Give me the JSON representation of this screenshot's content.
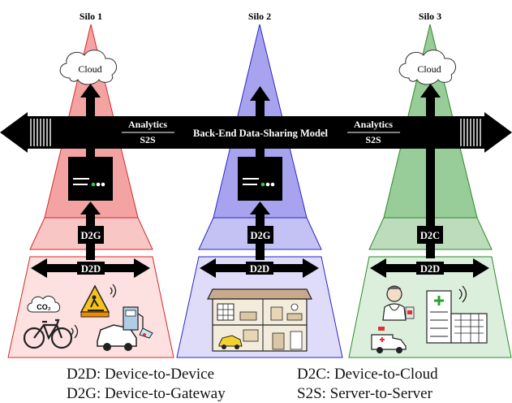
{
  "silos": [
    {
      "title": "Silo 1",
      "cloud": "Cloud",
      "link_label": "D2G",
      "local_label": "D2D"
    },
    {
      "title": "Silo 2",
      "cloud": "",
      "link_label": "D2G",
      "local_label": "D2D"
    },
    {
      "title": "Silo 3",
      "cloud": "Cloud",
      "link_label": "D2C",
      "local_label": "D2D"
    }
  ],
  "backend": {
    "title": "Back-End Data-Sharing Model",
    "left_top": "Analytics",
    "left_bottom": "S2S",
    "right_top": "Analytics",
    "right_bottom": "S2S"
  },
  "icons": {
    "silo1": [
      "co2-cloud-icon",
      "construction-worker-sign-icon",
      "bicycle-icon",
      "car-icon",
      "gas-pump-icon",
      "wireless-signal-icon"
    ],
    "silo2": [
      "smart-home-icon",
      "car-icon"
    ],
    "silo3": [
      "doctor-icon",
      "hospital-icon",
      "ambulance-icon",
      "wireless-signal-icon"
    ]
  },
  "co2_label": "CO₂",
  "legend": [
    {
      "abbr": "D2D:",
      "text": "Device-to-Device"
    },
    {
      "abbr": "D2G:",
      "text": "Device-to-Gateway"
    },
    {
      "abbr": "D2C:",
      "text": "Device-to-Cloud"
    },
    {
      "abbr": "S2S:",
      "text": "Server-to-Server"
    }
  ],
  "colors": {
    "silo1_fill": "#f4a3a3",
    "silo1_light": "#f9c6c6",
    "silo1_base": "#fde0e0",
    "silo1_stroke": "#d92626",
    "silo2_fill": "#a7a3ef",
    "silo2_light": "#c4c2f4",
    "silo2_base": "#dedcf9",
    "silo2_stroke": "#2a26c9",
    "silo3_fill": "#98cc98",
    "silo3_light": "#bcdcbc",
    "silo3_base": "#dcefdc",
    "silo3_stroke": "#2b8a2b",
    "arrow": "#000000"
  }
}
